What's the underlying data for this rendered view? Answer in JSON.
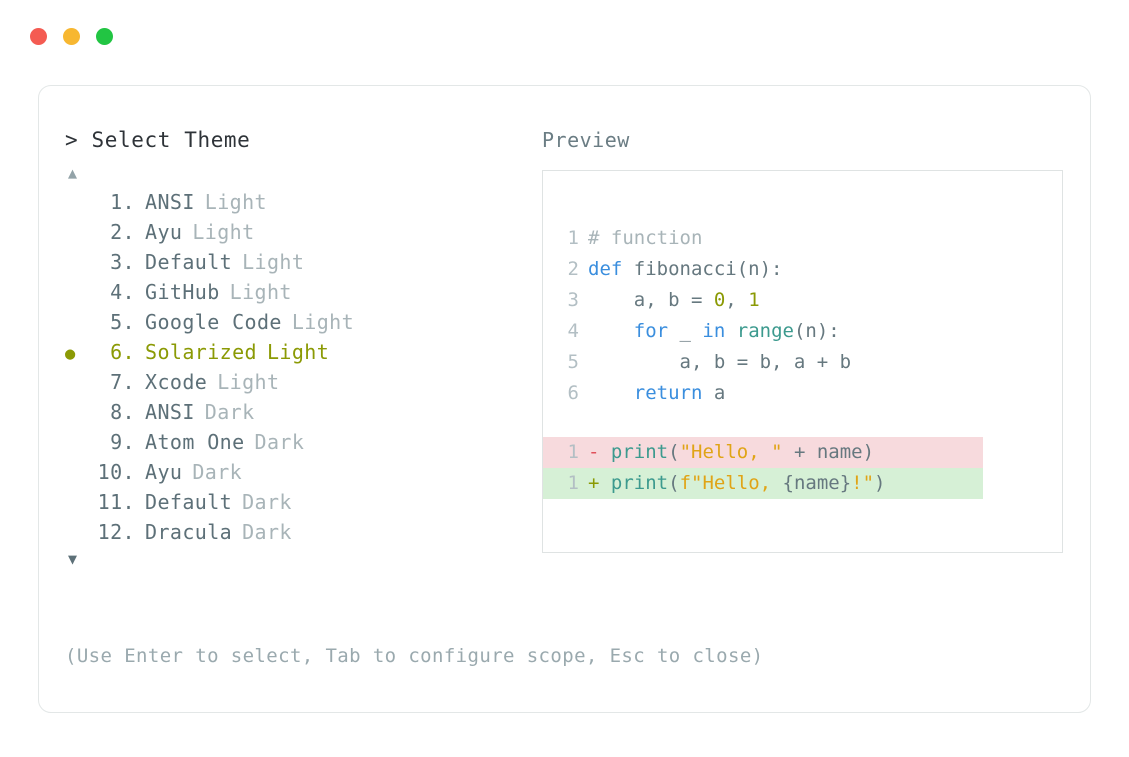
{
  "window": {
    "dots": [
      {
        "name": "close",
        "color": "#f45b52"
      },
      {
        "name": "minimize",
        "color": "#f7b731"
      },
      {
        "name": "maximize",
        "color": "#22c543"
      }
    ]
  },
  "prompt": {
    "caret": ">",
    "title": "Select Theme"
  },
  "scroll": {
    "up": "▲",
    "down": "▼"
  },
  "themes": {
    "selected_index": 6,
    "bullet": "●",
    "items": [
      {
        "num": "1.",
        "name": "ANSI",
        "variant": "Light",
        "selected": false
      },
      {
        "num": "2.",
        "name": "Ayu",
        "variant": "Light",
        "selected": false
      },
      {
        "num": "3.",
        "name": "Default",
        "variant": "Light",
        "selected": false
      },
      {
        "num": "4.",
        "name": "GitHub",
        "variant": "Light",
        "selected": false
      },
      {
        "num": "5.",
        "name": "Google Code",
        "variant": "Light",
        "selected": false
      },
      {
        "num": "6.",
        "name": "Solarized",
        "variant": "Light",
        "selected": true
      },
      {
        "num": "7.",
        "name": "Xcode",
        "variant": "Light",
        "selected": false
      },
      {
        "num": "8.",
        "name": "ANSI",
        "variant": "Dark",
        "selected": false
      },
      {
        "num": "9.",
        "name": "Atom One",
        "variant": "Dark",
        "selected": false
      },
      {
        "num": "10.",
        "name": "Ayu",
        "variant": "Dark",
        "selected": false
      },
      {
        "num": "11.",
        "name": "Default",
        "variant": "Dark",
        "selected": false
      },
      {
        "num": "12.",
        "name": "Dracula",
        "variant": "Dark",
        "selected": false
      }
    ]
  },
  "preview": {
    "label": "Preview",
    "code_lines": [
      {
        "n": "1",
        "tokens": [
          {
            "t": "# function",
            "c": "comment"
          }
        ]
      },
      {
        "n": "2",
        "tokens": [
          {
            "t": "def",
            "c": "keyword"
          },
          {
            "t": " fibonacci(n):",
            "c": "plain"
          }
        ]
      },
      {
        "n": "3",
        "tokens": [
          {
            "t": "    a, b = ",
            "c": "plain"
          },
          {
            "t": "0",
            "c": "num"
          },
          {
            "t": ", ",
            "c": "plain"
          },
          {
            "t": "1",
            "c": "num"
          }
        ]
      },
      {
        "n": "4",
        "tokens": [
          {
            "t": "    ",
            "c": "plain"
          },
          {
            "t": "for",
            "c": "keyword"
          },
          {
            "t": " _ ",
            "c": "plain"
          },
          {
            "t": "in",
            "c": "keyword"
          },
          {
            "t": " ",
            "c": "plain"
          },
          {
            "t": "range",
            "c": "func"
          },
          {
            "t": "(n):",
            "c": "plain"
          }
        ]
      },
      {
        "n": "5",
        "tokens": [
          {
            "t": "        a, b = b, a + b",
            "c": "plain"
          }
        ]
      },
      {
        "n": "6",
        "tokens": [
          {
            "t": "    ",
            "c": "plain"
          },
          {
            "t": "return",
            "c": "keyword"
          },
          {
            "t": " a",
            "c": "plain"
          }
        ]
      }
    ],
    "diff_lines": [
      {
        "kind": "del",
        "n": "1",
        "sign": "-",
        "tokens": [
          {
            "t": "print",
            "c": "func"
          },
          {
            "t": "(",
            "c": "plain"
          },
          {
            "t": "\"Hello, \"",
            "c": "string"
          },
          {
            "t": " + name)",
            "c": "plain"
          }
        ]
      },
      {
        "kind": "add",
        "n": "1",
        "sign": "+",
        "tokens": [
          {
            "t": "print",
            "c": "func"
          },
          {
            "t": "(",
            "c": "plain"
          },
          {
            "t": "f\"Hello, ",
            "c": "string"
          },
          {
            "t": "{name}",
            "c": "plain"
          },
          {
            "t": "!\"",
            "c": "string"
          },
          {
            "t": ")",
            "c": "plain"
          }
        ]
      }
    ]
  },
  "footer": {
    "hint": "(Use Enter to select, Tab to configure scope, Esc to close)"
  }
}
